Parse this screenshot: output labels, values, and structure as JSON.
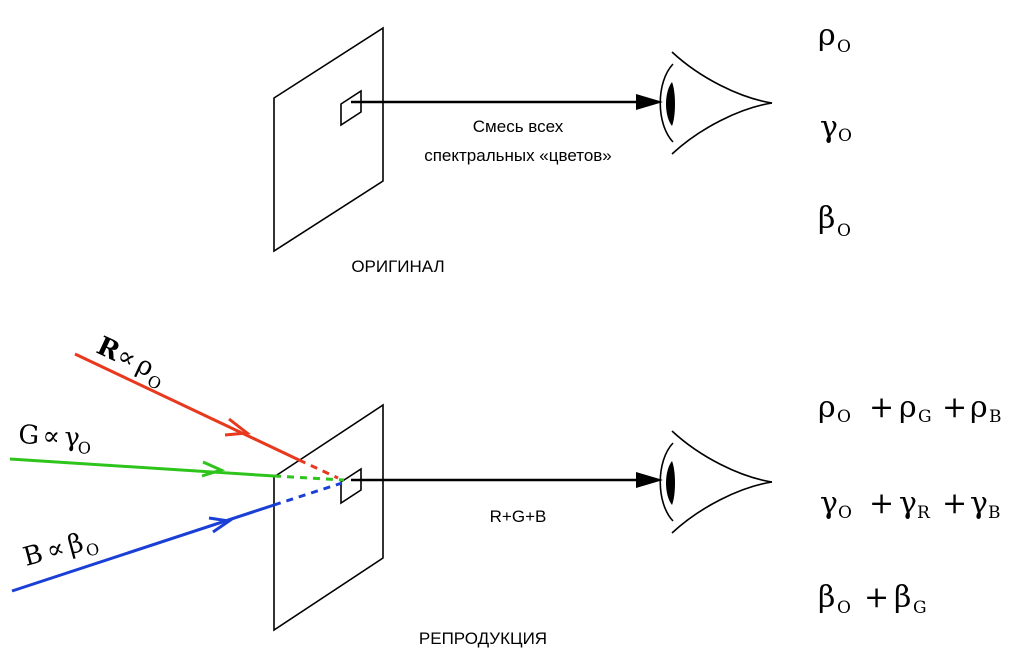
{
  "original": {
    "arrow_label_line1": "Смесь всех",
    "arrow_label_line2": "спектральных «цветов»",
    "caption": "ОРИГИНАЛ",
    "responses": {
      "rho": {
        "symbol": "ρ",
        "sub": "O"
      },
      "gamma": {
        "symbol": "γ",
        "sub": "O"
      },
      "beta": {
        "symbol": "β",
        "sub": "O"
      }
    }
  },
  "reproduction": {
    "arrow_label": "R+G+B",
    "caption": "РЕПРОДУКЦИЯ",
    "rays": {
      "red": {
        "letter": "R",
        "prop": "∝",
        "symbol": "ρ",
        "sub": "O"
      },
      "green": {
        "letter": "G",
        "prop": "∝",
        "symbol": "γ",
        "sub": "O"
      },
      "blue": {
        "letter": "B",
        "prop": "∝",
        "symbol": "β",
        "sub": "O"
      }
    },
    "sums": {
      "rho": {
        "t1": {
          "symbol": "ρ",
          "sub": "O"
        },
        "t2": {
          "symbol": "ρ",
          "sub": "G"
        },
        "t3": {
          "symbol": "ρ",
          "sub": "B"
        },
        "plus": "+"
      },
      "gamma": {
        "t1": {
          "symbol": "γ",
          "sub": "O"
        },
        "t2": {
          "symbol": "γ",
          "sub": "R"
        },
        "t3": {
          "symbol": "γ",
          "sub": "B"
        },
        "plus": "+"
      },
      "beta": {
        "t1": {
          "symbol": "β",
          "sub": "O"
        },
        "t2": {
          "symbol": "β",
          "sub": "G"
        },
        "plus": "+"
      }
    }
  },
  "colors": {
    "red": "#e8391e",
    "green": "#2ec41c",
    "blue": "#1a3fd6",
    "ink": "#000000"
  }
}
